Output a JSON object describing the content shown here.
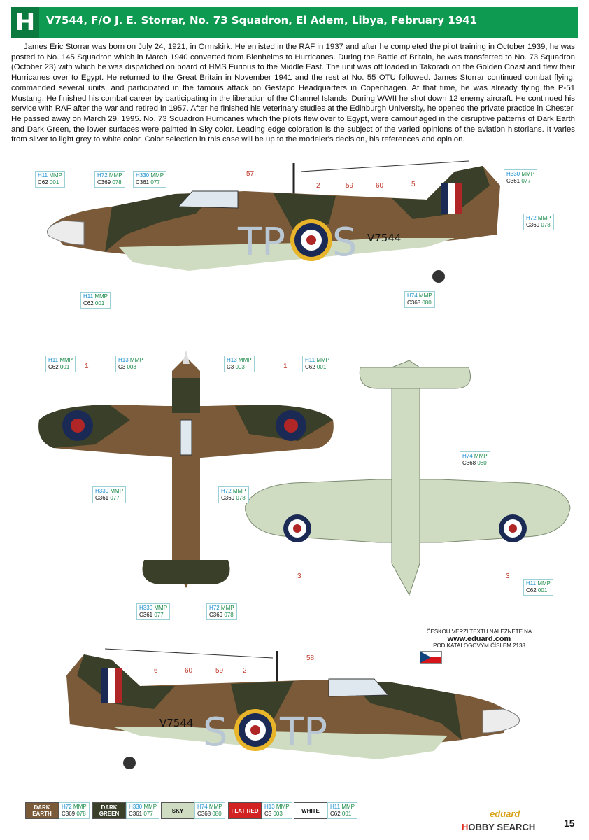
{
  "header": {
    "letter": "H",
    "title": "V7544, F/O J. E. Storrar, No. 73 Squadron, El Adem, Libya, February 1941"
  },
  "bio": "James Eric Storrar was born on July 24, 1921, in Ormskirk. He enlisted in the RAF in 1937 and after he completed the pilot training in October 1939, he was posted to No. 145 Squadron which in March 1940 converted from Blenheims to Hurricanes. During the Battle of Britain, he was transferred to No. 73 Squadron (October 23) with which he was dispatched on board of HMS Furious to the Middle East. The unit was off loaded in Takoradi on the Golden Coast and flew their Hurricanes over to Egypt. He returned to the Great Britain in November 1941 and the rest at No. 55 OTU followed. James Storrar continued combat flying, commanded several units, and participated in the famous attack on Gestapo Headquarters in Copenhagen. At that time, he was already flying the P-51 Mustang. He finished his combat career by participating in the liberation of the Channel Islands. During WWII he shot down 12 enemy aircraft. He continued his service with RAF after the war and retired in 1957. After he finished his veterinary studies at the Edinburgh University, he opened the private practice in Chester. He passed away on March 29, 1995. No. 73 Squadron Hurricanes which the pilots flew over to Egypt, were camouflaged in the disruptive patterns of Dark Earth and Dark Green, the lower surfaces were painted in Sky color. Leading edge coloration is the subject of the varied opinions of the aviation historians. It varies from silver to light grey to white color. Color selection in this case will be up to the modeler's decision, his references and opinion.",
  "markings": {
    "code_left": "TP",
    "code_right": "S",
    "serial": "V7544",
    "code_right_side_left": "S",
    "code_right_side_right": "TP"
  },
  "callouts": [
    {
      "h": "H11",
      "m": "MMP",
      "c": "C62",
      "mv": "001"
    },
    {
      "h": "H72",
      "m": "MMP",
      "c": "C369",
      "mv": "078"
    },
    {
      "h": "H330",
      "m": "MMP",
      "c": "C361",
      "mv": "077"
    },
    {
      "h": "H330",
      "m": "MMP",
      "c": "C361",
      "mv": "077"
    },
    {
      "h": "H72",
      "m": "MMP",
      "c": "C369",
      "mv": "078"
    },
    {
      "h": "H11",
      "m": "MMP",
      "c": "C62",
      "mv": "001"
    },
    {
      "h": "H74",
      "m": "MMP",
      "c": "C368",
      "mv": "080"
    },
    {
      "h": "H11",
      "m": "MMP",
      "c": "C62",
      "mv": "001"
    },
    {
      "h": "H13",
      "m": "MMP",
      "c": "C3",
      "mv": "003"
    },
    {
      "h": "H13",
      "m": "MMP",
      "c": "C3",
      "mv": "003"
    },
    {
      "h": "H11",
      "m": "MMP",
      "c": "C62",
      "mv": "001"
    },
    {
      "h": "H74",
      "m": "MMP",
      "c": "C368",
      "mv": "080"
    },
    {
      "h": "H330",
      "m": "MMP",
      "c": "C361",
      "mv": "077"
    },
    {
      "h": "H72",
      "m": "MMP",
      "c": "C369",
      "mv": "078"
    },
    {
      "h": "H11",
      "m": "MMP",
      "c": "C62",
      "mv": "001"
    },
    {
      "h": "H330",
      "m": "MMP",
      "c": "C361",
      "mv": "077"
    },
    {
      "h": "H72",
      "m": "MMP",
      "c": "C369",
      "mv": "078"
    }
  ],
  "stencil_numbers": [
    "57",
    "2",
    "59",
    "60",
    "5",
    "1",
    "1",
    "3",
    "3",
    "6",
    "60",
    "59",
    "2",
    "58"
  ],
  "czech_note": {
    "line1": "ČESKOU VERZI TEXTU NALEZNETE NA",
    "url": "www.eduard.com",
    "line2": "POD KATALOGOVÝM ČÍSLEM 2138"
  },
  "legend": [
    {
      "name": "DARK EARTH",
      "h": "H72",
      "m": "MMP",
      "c": "C369",
      "mv": "078",
      "color": "#7a5a38",
      "text": "#ffffff"
    },
    {
      "name": "DARK GREEN",
      "h": "H330",
      "m": "MMP",
      "c": "C361",
      "mv": "077",
      "color": "#3a3f2a",
      "text": "#ffffff"
    },
    {
      "name": "SKY",
      "h": "H74",
      "m": "MMP",
      "c": "C368",
      "mv": "080",
      "color": "#cfdcc2",
      "text": "#111111"
    },
    {
      "name": "FLAT RED",
      "h": "H13",
      "m": "MMP",
      "c": "C3",
      "mv": "003",
      "color": "#d32222",
      "text": "#ffffff"
    },
    {
      "name": "WHITE",
      "h": "H11",
      "m": "MMP",
      "c": "C62",
      "mv": "001",
      "color": "#ffffff",
      "text": "#111111"
    }
  ],
  "brand": "eduard",
  "page_number": "15",
  "watermark": {
    "red": "H",
    "rest": "OBBY SEARCH",
    "red_pos": "O"
  }
}
